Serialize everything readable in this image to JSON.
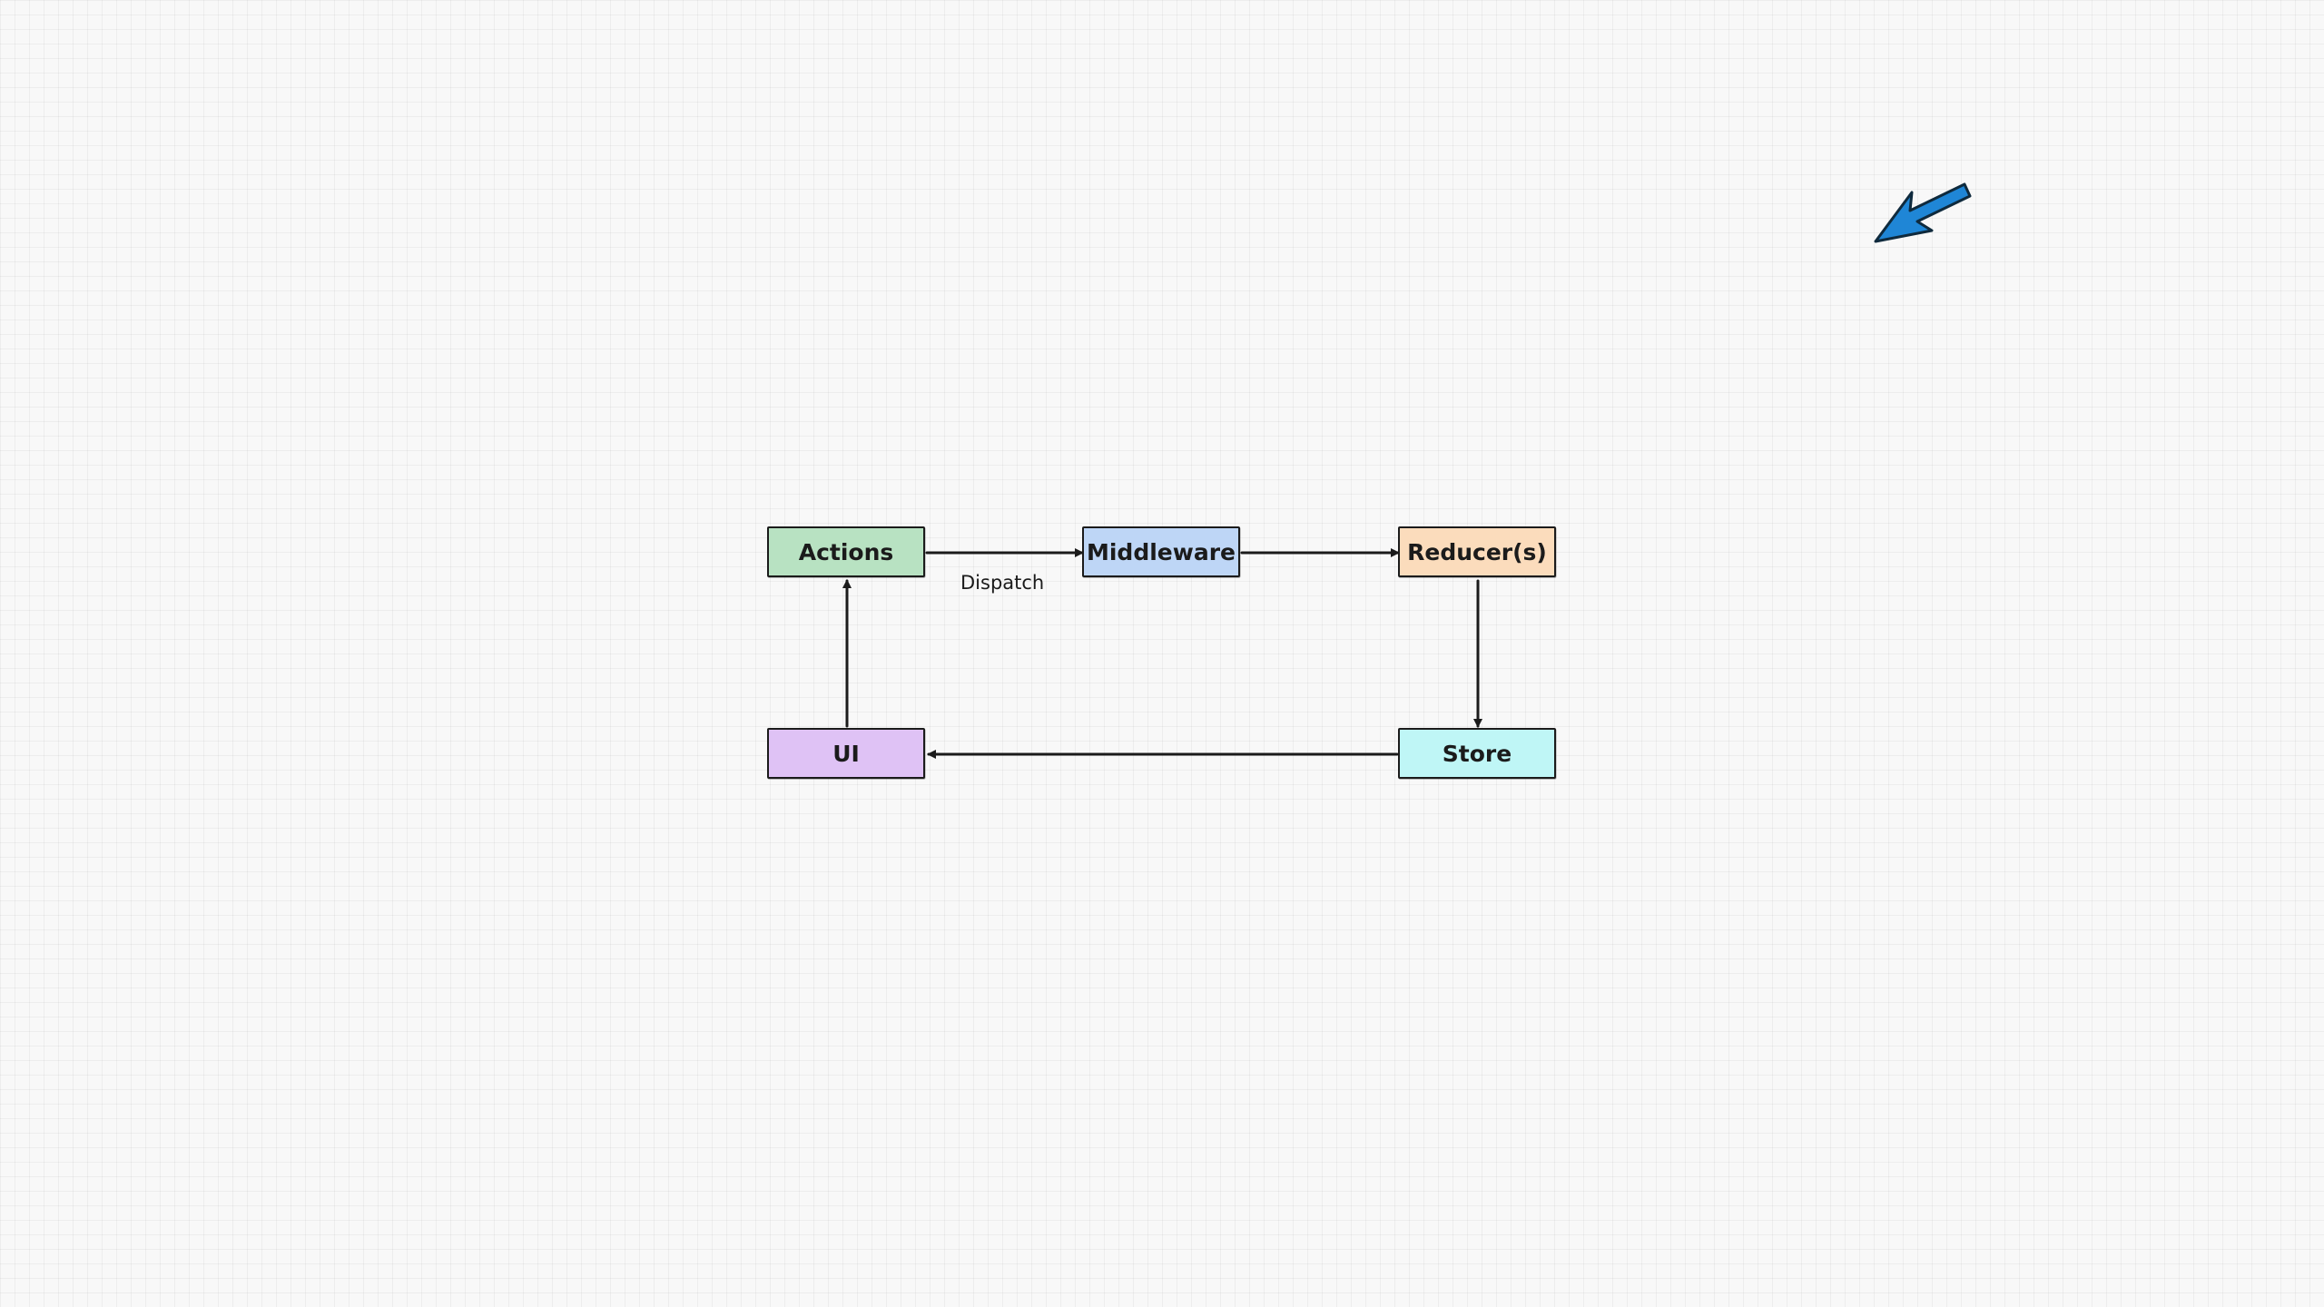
{
  "canvas": {
    "background": "#f8f8f8",
    "grid": true
  },
  "diagram": {
    "nodes": {
      "actions": {
        "label": "Actions",
        "fill": "#b8e2c2"
      },
      "middleware": {
        "label": "Middleware",
        "fill": "#bed6f6"
      },
      "reducers": {
        "label": "Reducer(s)",
        "fill": "#fbdcbc"
      },
      "store": {
        "label": "Store",
        "fill": "#bff6f6"
      },
      "ui": {
        "label": "UI",
        "fill": "#dfc2f5"
      }
    },
    "edges": [
      {
        "from": "Actions",
        "to": "Middleware",
        "label": "Dispatch"
      },
      {
        "from": "Middleware",
        "to": "Reducer(s)",
        "label": ""
      },
      {
        "from": "Reducer(s)",
        "to": "Store",
        "label": ""
      },
      {
        "from": "Store",
        "to": "UI",
        "label": ""
      },
      {
        "from": "UI",
        "to": "Actions",
        "label": ""
      }
    ],
    "stroke_color": "#1b1b1b"
  },
  "pointer": {
    "icon": "arrow-pointer-icon",
    "color": "#1f86d6"
  }
}
